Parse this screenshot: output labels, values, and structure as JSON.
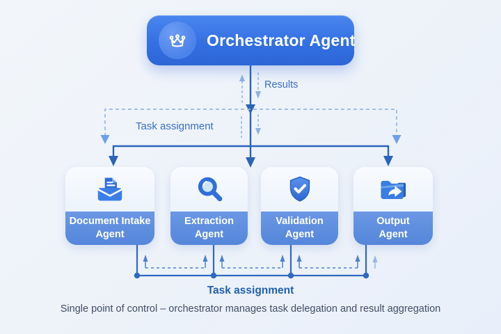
{
  "diagram": {
    "title": "Orchestrator Agent",
    "title_icon": "crown-icon",
    "labels": {
      "results": "Results",
      "task_assignment_top": "Task assignment",
      "task_assignment_bottom": "Task assignment",
      "caption": "Single point of control – orchestrator manages task delegation and result aggregation"
    },
    "agents": [
      {
        "line1": "Document Intake",
        "line2": "Agent",
        "icon": "inbox-document-icon"
      },
      {
        "line1": "Extraction",
        "line2": "Agent",
        "icon": "magnifier-icon"
      },
      {
        "line1": "Validation",
        "line2": "Agent",
        "icon": "shield-check-icon"
      },
      {
        "line1": "Output",
        "line2": "Agent",
        "icon": "folder-share-icon"
      }
    ],
    "colors": {
      "background": "#eef2f9",
      "orchestrator_gradient_top": "#4a86ee",
      "orchestrator_gradient_bottom": "#2d66d6",
      "agent_label_blue": "#5b8cde",
      "agent_top_area": "#f5f9fe",
      "line_solid": "#2b64ba",
      "line_dashed_light": "#96b7e8",
      "line_dashed_medium": "#4d80d0",
      "flow_label_text": "#3b6ec6",
      "task_bottom_text": "#2161af",
      "caption_text": "#414e66"
    }
  }
}
